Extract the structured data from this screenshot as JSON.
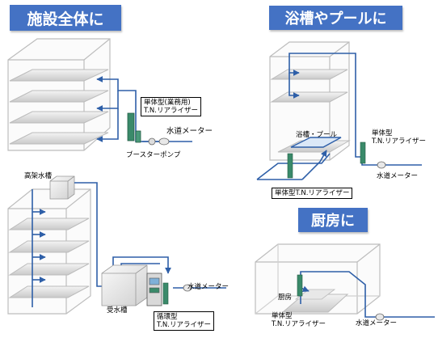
{
  "sections": {
    "facility": {
      "title": "施設全体に",
      "unit_label_line1": "単体型(業務用)",
      "unit_label_line2": "T.N.リアライザー",
      "water_meter": "水道メーター",
      "booster_pump": "ブースターポンプ"
    },
    "tank_building": {
      "elevated_tank": "高架水槽",
      "receiving_tank": "受水槽",
      "water_meter": "水道メーター",
      "unit_label_line1": "循環型",
      "unit_label_line2": "T.N.リアライザー"
    },
    "bath": {
      "title": "浴槽やプールに",
      "pool_label": "浴槽・プール",
      "unit_right_line1": "単体型",
      "unit_right_line2": "T.N.リアライザー",
      "water_meter": "水道メーター",
      "unit_bottom": "単体型T.N.リアライザー"
    },
    "kitchen": {
      "title": "厨房に",
      "room_label": "厨房",
      "unit_line1": "単体型",
      "unit_line2": "T.N.リアライザー",
      "water_meter": "水道メーター"
    }
  },
  "colors": {
    "banner": "#4472c4",
    "pipe": "#2e5fa8",
    "device": "#3a8a6a"
  }
}
